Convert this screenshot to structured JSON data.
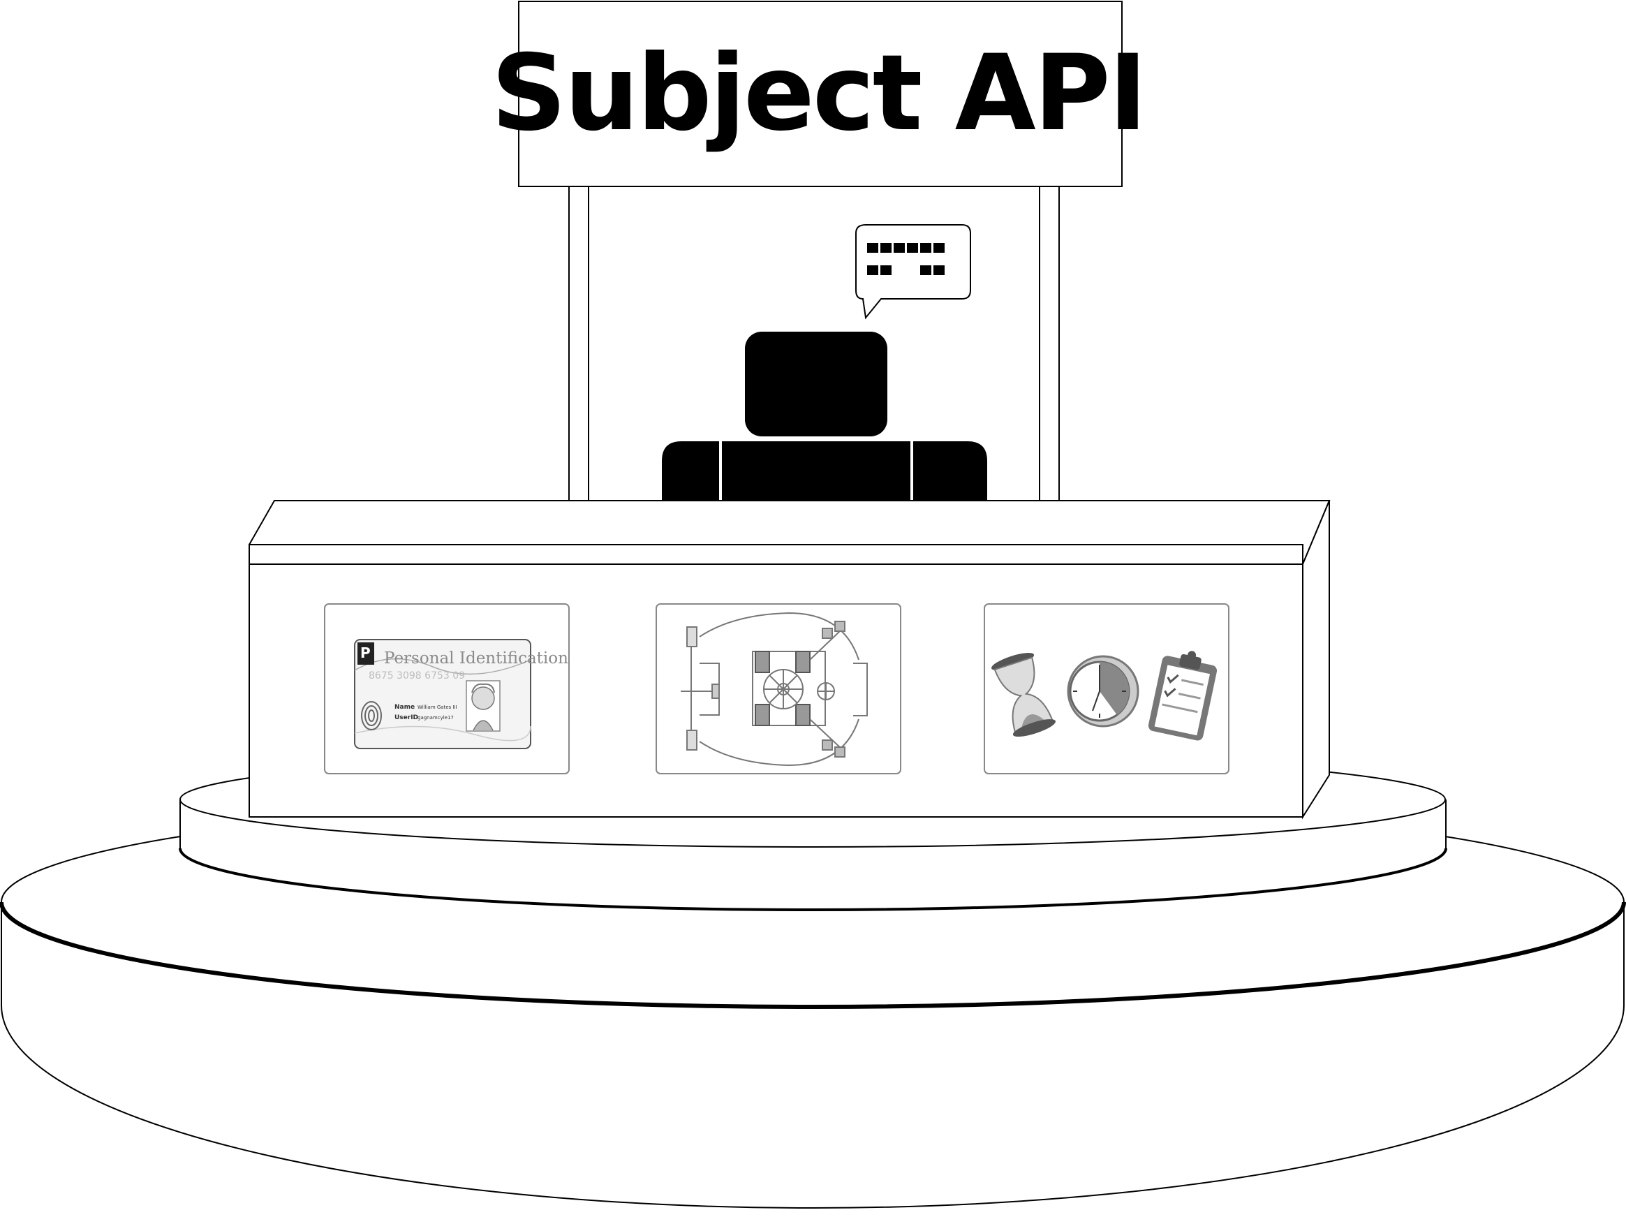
{
  "sign": {
    "title": "Subject API"
  },
  "speech_bubble": {
    "row1_blocks": 6,
    "row2_blocks": 4
  },
  "panels": {
    "id_card": {
      "heading": "Personal Identification",
      "number": "8675 3098 6753 09",
      "name_label": "Name",
      "name_value": "William Gates III",
      "userid_label": "UserID",
      "userid_value": "gagnamcyle17"
    },
    "vault": {
      "icon": "vault-door-icon"
    },
    "time_tasks": {
      "icons": [
        "hourglass-icon",
        "clock-icon",
        "clipboard-checklist-icon"
      ]
    }
  },
  "colors": {
    "line": "#000000",
    "icon_gray": "#808080",
    "panel_border": "#888888",
    "background": "#ffffff"
  }
}
